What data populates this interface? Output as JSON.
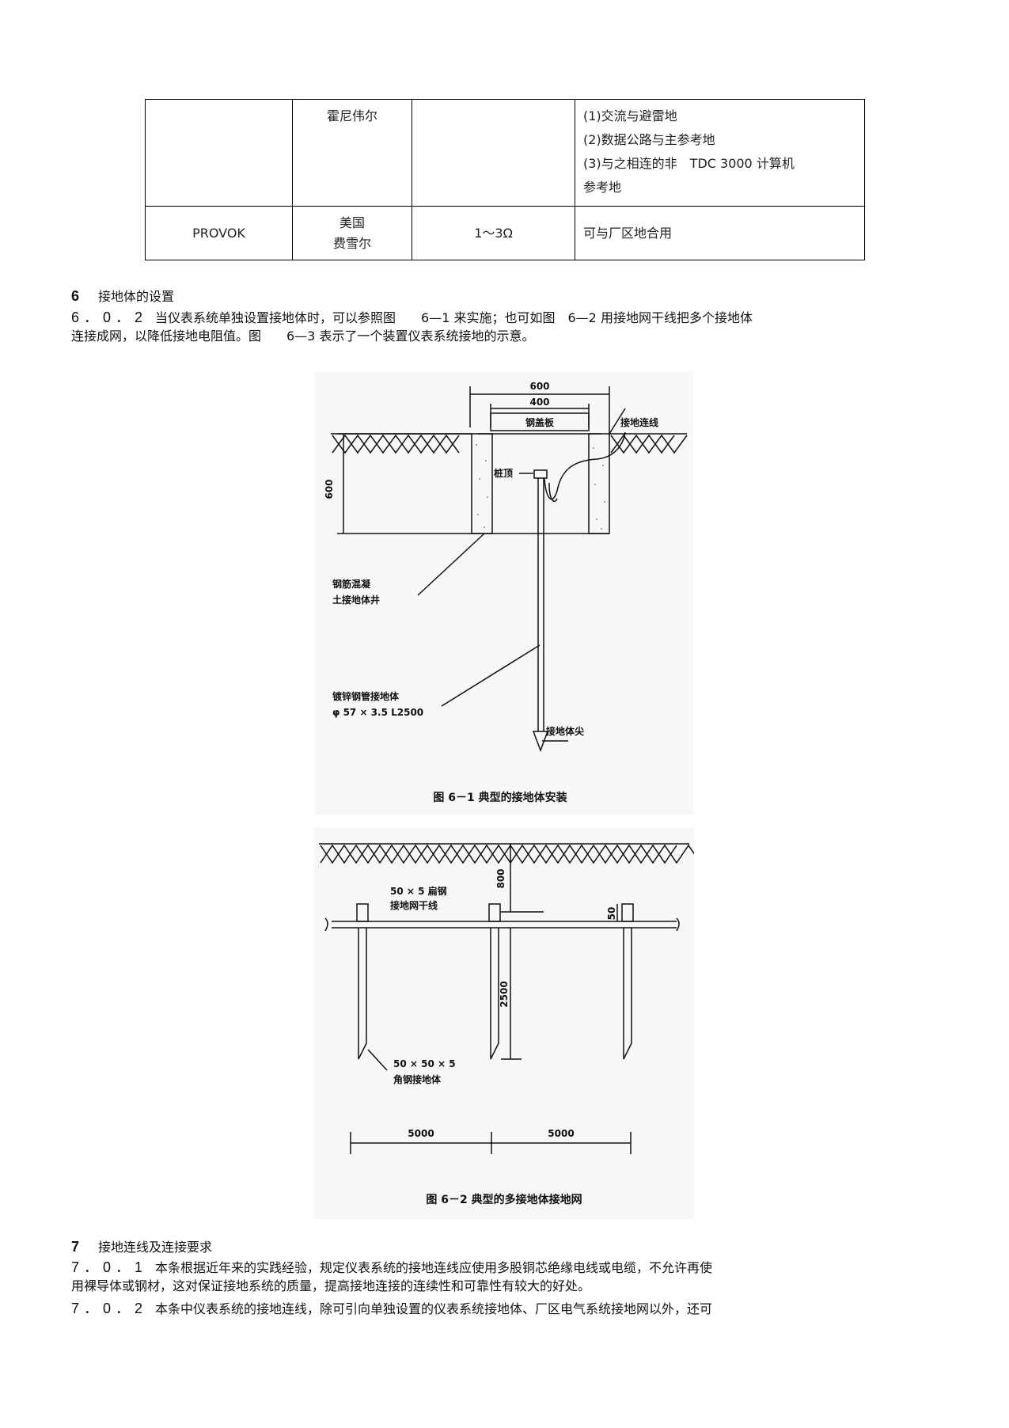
{
  "table": {
    "rows": [
      [
        "",
        "霍尼伟尔",
        "",
        [
          "(1)交流与避雷地",
          "(2)数据公路与主参考地",
          "(3)与之相连的非　TDC 3000 计算机",
          "参考地"
        ]
      ],
      [
        "PROVOK",
        "美国\n费雪尔",
        "1～3Ω",
        "可与厂区地合用"
      ]
    ],
    "r0c1": "霍尼伟尔",
    "r0c3a": "(1)交流与避雷地",
    "r0c3b": "(2)数据公路与主参考地",
    "r0c3c": "(3)与之相连的非　TDC 3000 计算机",
    "r0c3d": "参考地",
    "r1c0": "PROVOK",
    "r1c1a": "美国",
    "r1c1b": "费雪尔",
    "r1c2": "1～3Ω",
    "r1c3": "可与厂区地合用"
  },
  "section6": {
    "num": "6",
    "title": "接地体的设置"
  },
  "p602": {
    "num": "6．0．2",
    "line1": "当仪表系统单独设置接地体时，可以参照图　　6—1 来实施；也可如图　6—2 用接地网干线把多个接地体",
    "line2": "连接成网，以降低接地电阻值。图　　6—3 表示了一个装置仪表系统接地的示意。"
  },
  "fig1": {
    "dim_600_top": "600",
    "dim_400": "400",
    "cover": "钢盖板",
    "ground_wire": "接地连线",
    "pile_top": "桩顶",
    "dim_600_side": "600",
    "well_1": "钢筋混凝",
    "well_2": "土接地体井",
    "pipe_1": "镀锌钢管接地体",
    "pipe_2": "φ 57 × 3.5 L2500",
    "tip": "接地体尖",
    "caption": "图 6－1 典型的接地体安装"
  },
  "fig2": {
    "dim_800": "800",
    "flat_1": "50 × 5 扁钢",
    "flat_2": "接地网干线",
    "dim_50": "50",
    "dim_2500": "2500",
    "angle_1": "50 × 50 × 5",
    "angle_2": "角钢接地体",
    "dim_5000_a": "5000",
    "dim_5000_b": "5000",
    "caption": "图 6－2 典型的多接地体接地网"
  },
  "section7": {
    "num": "7",
    "title": "接地连线及连接要求"
  },
  "p701": {
    "num": "7．0．1",
    "line1": "本条根据近年来的实践经验，规定仪表系统的接地连线应使用多股铜芯绝缘电线或电缆，不允许再使",
    "line2": "用裸导体或钢材，这对保证接地系统的质量，提高接地连接的连续性和可靠性有较大的好处。"
  },
  "p702": {
    "num": "7．0．2",
    "line1": "本条中仪表系统的接地连线，除可引向单独设置的仪表系统接地体、厂区电气系统接地网以外，还可"
  }
}
